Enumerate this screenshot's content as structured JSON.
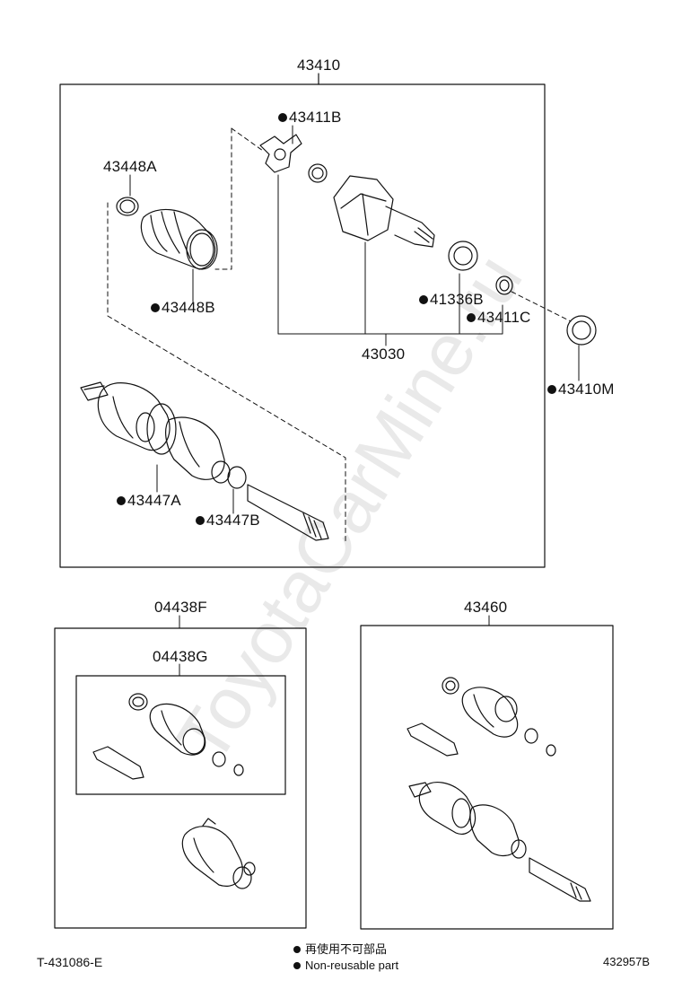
{
  "watermark": "ToyotaCarMine.ru",
  "labels": {
    "assembly_main": "43410",
    "part_43411B": "43411B",
    "part_43448A": "43448A",
    "part_43448B": "43448B",
    "part_41336B": "41336B",
    "part_43411C": "43411C",
    "part_43030": "43030",
    "part_43410M": "43410M",
    "part_43447A": "43447A",
    "part_43447B": "43447B",
    "kit_04438F": "04438F",
    "kit_04438G": "04438G",
    "kit_43460": "43460"
  },
  "legend": {
    "line_jp": "再使用不可部品",
    "line_en": "Non-reusable part"
  },
  "footer": {
    "left_code": "T-431086-E",
    "right_code": "432957B"
  }
}
